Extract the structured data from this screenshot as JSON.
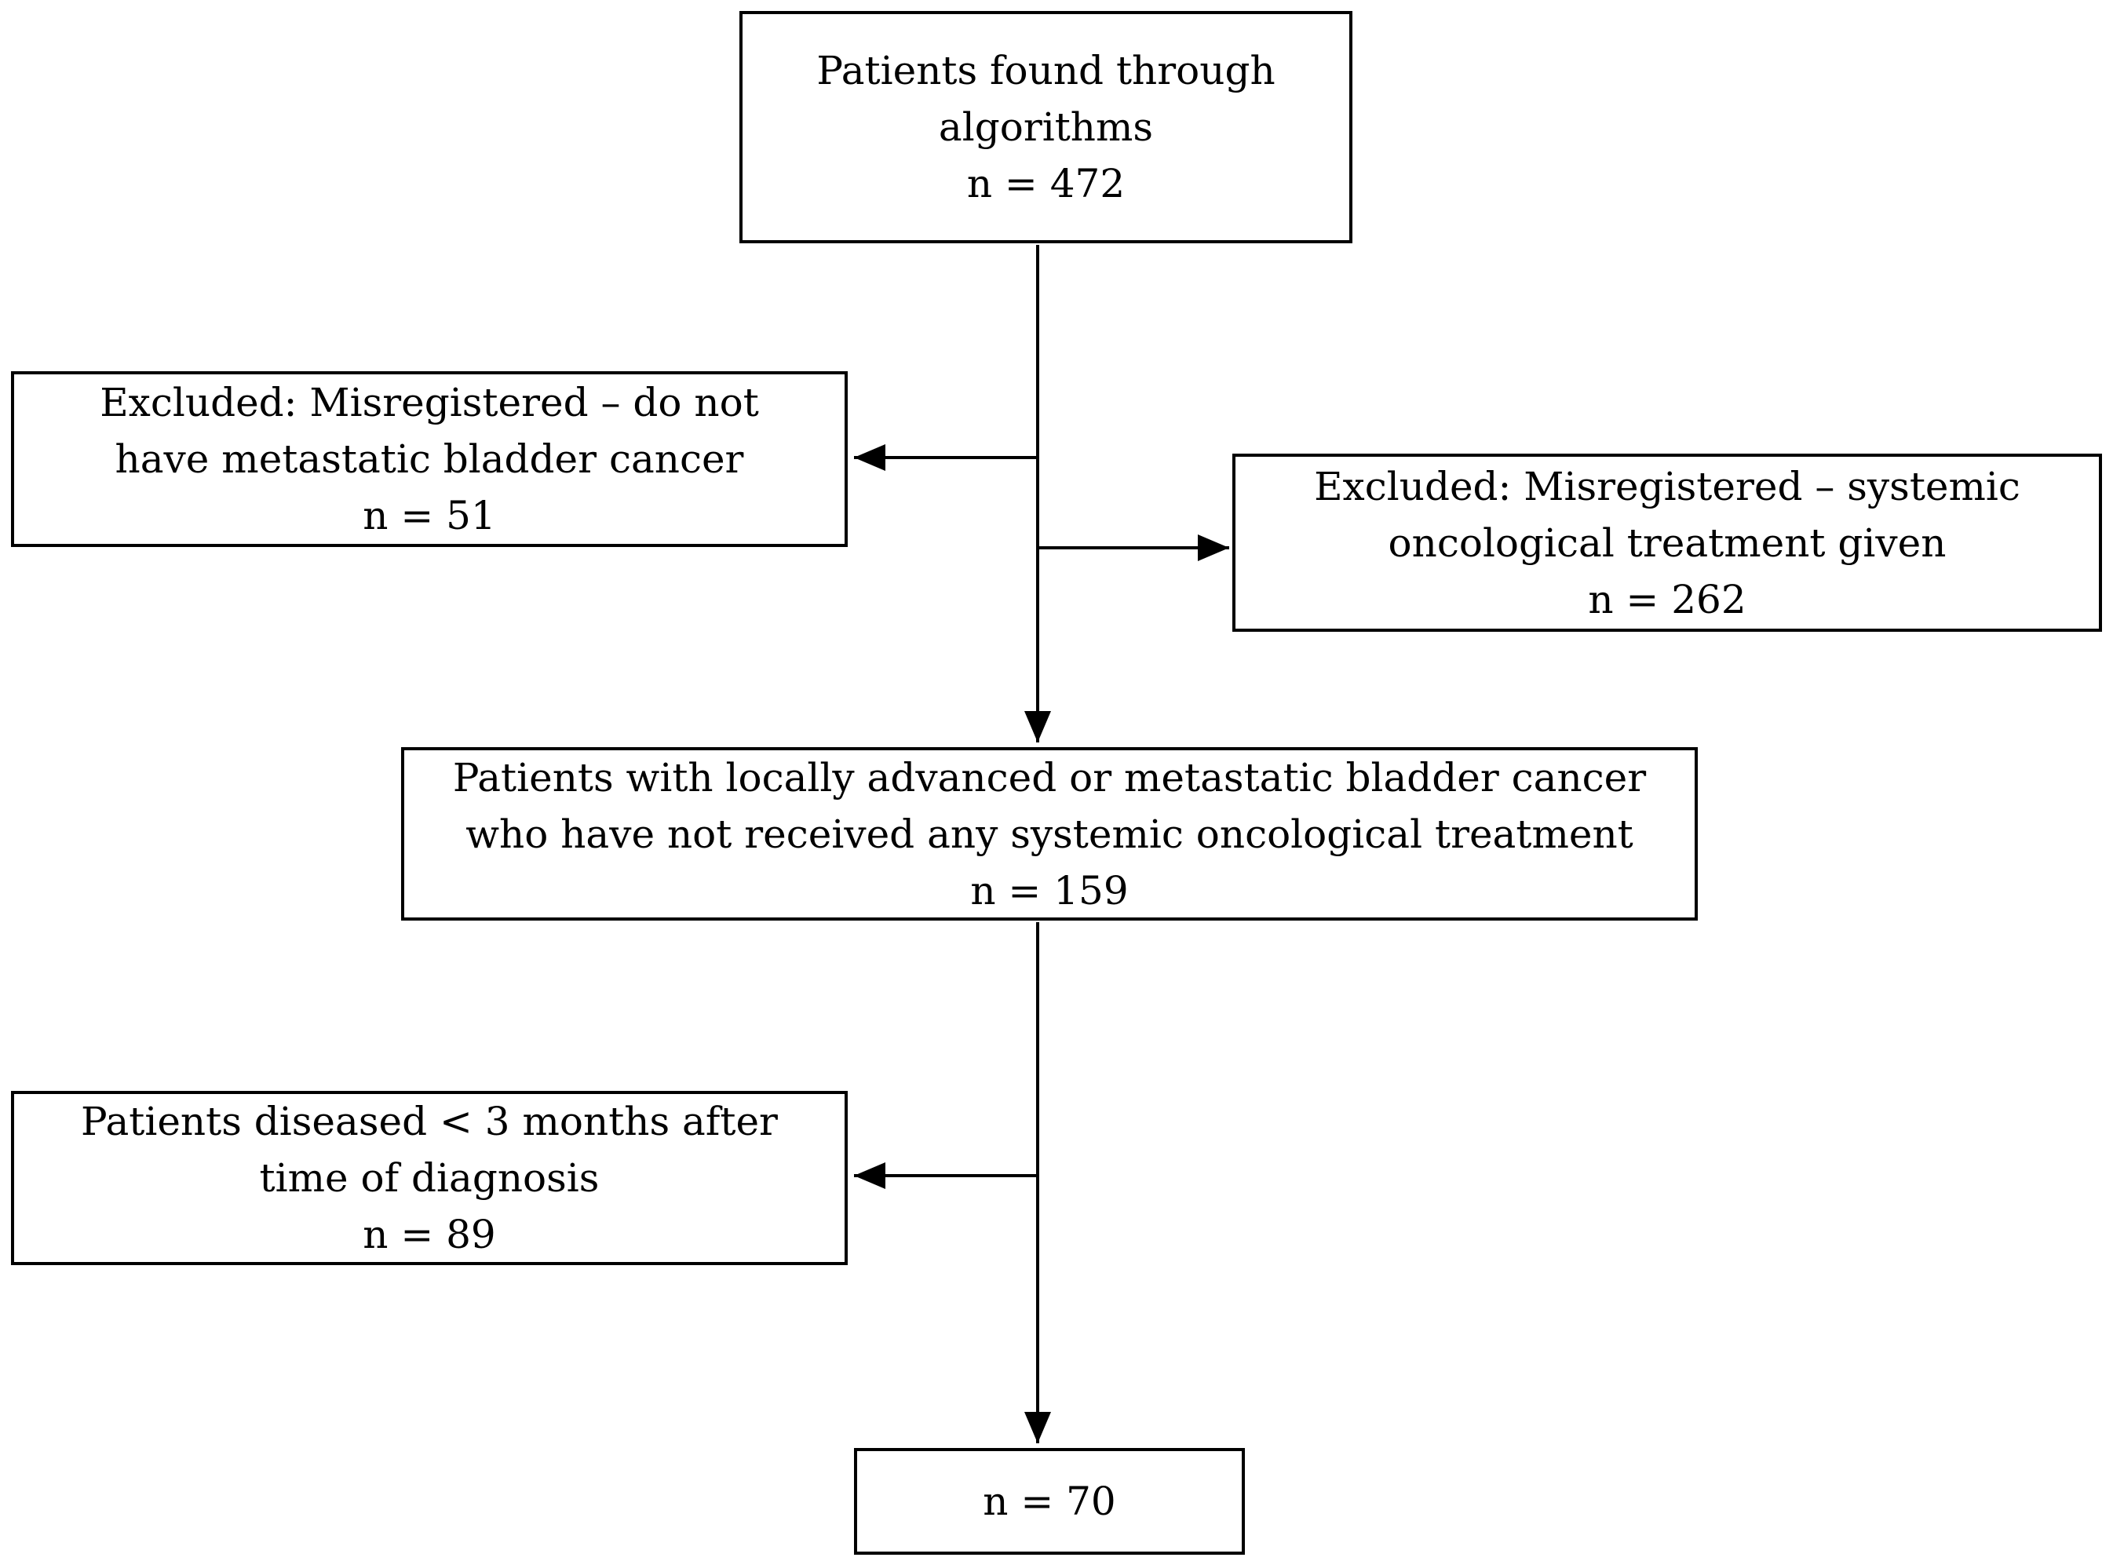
{
  "colors": {
    "background": "#ffffff",
    "box_border": "#000000",
    "text": "#000000",
    "arrow": "#000000"
  },
  "flow": {
    "boxes": [
      {
        "id": "source",
        "lines": [
          "Patients found through",
          "algorithms",
          "n = 472"
        ]
      },
      {
        "id": "excluded-no-metastatic-bladder-cancer",
        "lines": [
          "Excluded: Misregistered – do not",
          "have metastatic bladder cancer",
          "n = 51"
        ]
      },
      {
        "id": "excluded-systemic-treatment-given",
        "lines": [
          "Excluded: Misregistered – systemic",
          "oncological treatment given",
          "n = 262"
        ]
      },
      {
        "id": "eligible-untreated",
        "lines": [
          "Patients with locally advanced or metastatic bladder cancer",
          "who have not received any systemic oncological treatment",
          "n = 159"
        ]
      },
      {
        "id": "excluded-deceased-within-3-months",
        "lines": [
          "Patients diseased < 3 months after",
          "time of diagnosis",
          "n = 89"
        ]
      },
      {
        "id": "final-cohort",
        "lines": [
          "n = 70"
        ]
      }
    ],
    "connectors": [
      {
        "from": "source",
        "to": "eligible-untreated"
      },
      {
        "from": "source",
        "to": "excluded-no-metastatic-bladder-cancer"
      },
      {
        "from": "source",
        "to": "excluded-systemic-treatment-given"
      },
      {
        "from": "eligible-untreated",
        "to": "excluded-deceased-within-3-months"
      },
      {
        "from": "eligible-untreated",
        "to": "final-cohort"
      }
    ]
  }
}
